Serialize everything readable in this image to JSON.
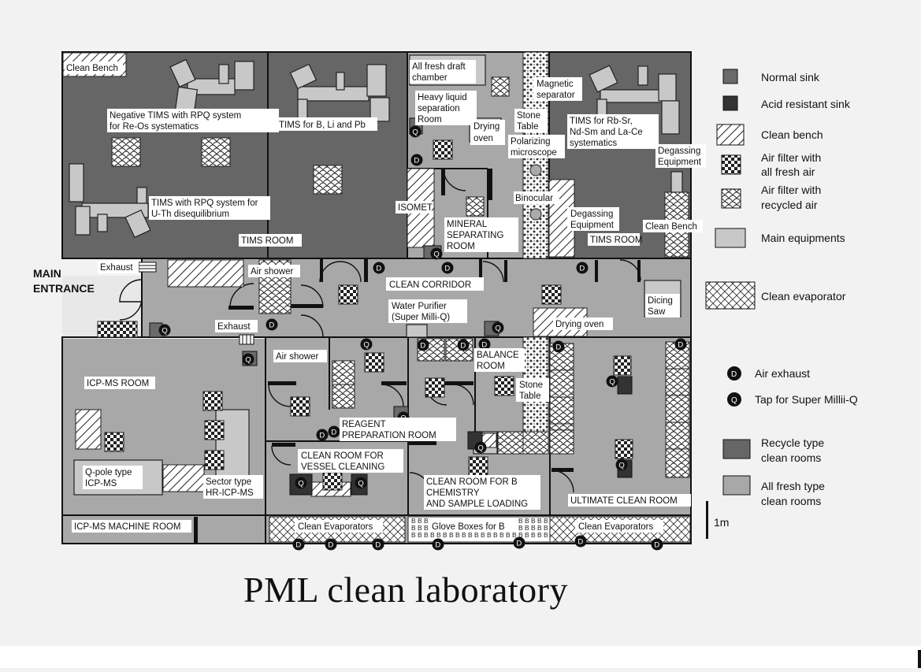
{
  "title": "PML clean laboratory",
  "scale_label": "1m",
  "legend": {
    "normal_sink": "Normal sink",
    "acid_sink": "Acid resistant sink",
    "clean_bench": "Clean bench",
    "filter_fresh_1": "Air filter with",
    "filter_fresh_2": "all fresh air",
    "filter_recycled_1": "Air filter with",
    "filter_recycled_2": "recycled air",
    "main_equipments": "Main equipments",
    "clean_evaporator": "Clean evaporator",
    "air_exhaust": "Air exhaust",
    "tap": "Tap for Super Millii-Q",
    "recycle_1": "Recycle type",
    "recycle_2": "clean rooms",
    "fresh_1": "All fresh type",
    "fresh_2": "clean rooms"
  },
  "markers": {
    "exhaust": "D",
    "tap": "Q"
  },
  "labels": {
    "clean_bench_tl": "Clean Bench",
    "neg_tims_1": "Negative TIMS with RPQ system",
    "neg_tims_2": "for Re-Os systematics",
    "tims_b_li_pb": "TIMS for B, Li and Pb",
    "tims_uth_1": "TIMS with RPQ system for",
    "tims_uth_2": "U-Th disequilibrium",
    "tims_room_left": "TIMS ROOM",
    "fresh_draft_1": "All fresh draft",
    "fresh_draft_2": "chamber",
    "heavy_liquid_1": "Heavy liquid",
    "heavy_liquid_2": "separation",
    "heavy_liquid_3": "Room",
    "drying_oven_1": "Drying",
    "drying_oven_2": "oven",
    "magnetic_1": "Magnetic",
    "magnetic_2": "separator",
    "stone_table_top_1": "Stone",
    "stone_table_top_2": "Table",
    "polarizing_1": "Polarizing",
    "polarizing_2": "microscope",
    "binocular": "Binocular",
    "isomet": "ISOMET",
    "mineral_sep_1": "MINERAL",
    "mineral_sep_2": "SEPARATING",
    "mineral_sep_3": "ROOM",
    "tims_rbsr_1": "TIMS for Rb-Sr,",
    "tims_rbsr_2": "Nd-Sm and La-Ce",
    "tims_rbsr_3": "systematics",
    "degassing_r_1": "Degassing",
    "degassing_r_2": "Equipment",
    "degassing_m_1": "Degassing",
    "degassing_m_2": "Equipment",
    "clean_bench_r": "Clean Bench",
    "tims_room_right": "TIMS ROOM",
    "main_entrance_1": "MAIN",
    "main_entrance_2": "ENTRANCE",
    "exhaust_top": "Exhaust",
    "exhaust_mid": "Exhaust",
    "air_shower_top": "Air shower",
    "air_shower_bottom": "Air shower",
    "clean_corridor": "CLEAN CORRIDOR",
    "water_purifier_1": "Water Purifier",
    "water_purifier_2": "(Super Milli-Q)",
    "drying_oven_corr": "Drying oven",
    "dicing_1": "Dicing",
    "dicing_2": "Saw",
    "icpms_room": "ICP-MS ROOM",
    "qpole_1": "Q-pole type",
    "qpole_2": "ICP-MS",
    "sector_1": "Sector type",
    "sector_2": "HR-ICP-MS",
    "icpms_machine": "ICP-MS MACHINE ROOM",
    "reagent_1": "REAGENT",
    "reagent_2": "PREPARATION ROOM",
    "vessel_1": "CLEAN ROOM FOR",
    "vessel_2": "VESSEL CLEANING",
    "balance_1": "BALANCE",
    "balance_2": "ROOM",
    "stone_table_bot_1": "Stone",
    "stone_table_bot_2": "Table",
    "b_chem_1": "CLEAN ROOM FOR B",
    "b_chem_2": "CHEMISTRY",
    "b_chem_3": "AND SAMPLE LOADING",
    "ultimate": "ULTIMATE CLEAN ROOM",
    "evaporators_l": "Clean Evaporators",
    "glove_boxes": "Glove Boxes for B",
    "evaporators_r": "Clean Evaporators",
    "glove_letter": "B"
  },
  "colors": {
    "recycle_room": "#666666",
    "fresh_room": "#a8a8a8",
    "equipment": "#c8c8c8",
    "normal_sink": "#6a6a6a",
    "acid_sink": "#333333"
  }
}
